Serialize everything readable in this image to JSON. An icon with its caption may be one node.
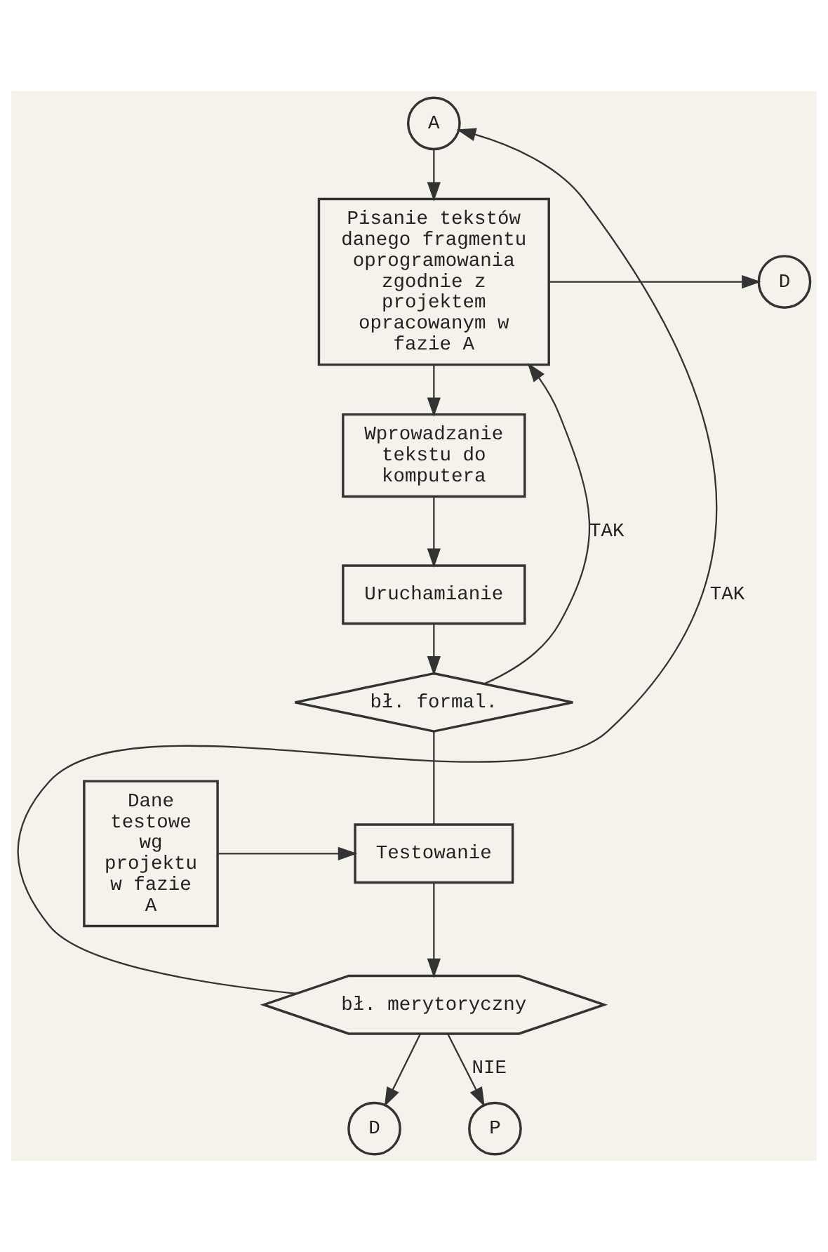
{
  "diagram": {
    "nodes": [
      {
        "text": [
          "A"
        ]
      },
      {
        "text": [
          "D"
        ]
      },
      {
        "text": [
          "Pisanie tekstów danego fragmentu oprogramowania zgodnie z projektem opracowanym w fazie A"
        ]
      },
      {
        "text": [
          "Wprowadzanie tekstu do komputera"
        ]
      },
      {
        "text": [
          "Uruchamianie"
        ]
      },
      {
        "text": [
          "bł. formal."
        ]
      },
      {
        "text": [
          "Dane testowe wg projektu w fazie A"
        ]
      },
      {
        "text": [
          "Testowanie"
        ]
      },
      {
        "text": [
          "bł. merytoryczny"
        ]
      },
      {
        "text": [
          "D"
        ]
      },
      {
        "text": [
          "P"
        ]
      }
    ],
    "edges": [
      {
        "from": 0,
        "to": 2,
        "arrow": "to"
      },
      {
        "from": 2,
        "to": 1,
        "arrow": "to"
      },
      {
        "from": 2,
        "to": 3,
        "arrow": "to"
      },
      {
        "from": 3,
        "to": 4,
        "arrow": "to"
      },
      {
        "from": 4,
        "to": 5,
        "arrow": "to"
      },
      {
        "from": 5,
        "to": 2,
        "arrow": "to",
        "label": "TAK"
      },
      {
        "from": 5,
        "to": 7,
        "arrow": "none"
      },
      {
        "from": 6,
        "to": 7,
        "arrow": "to"
      },
      {
        "from": 7,
        "to": 8,
        "arrow": "to"
      },
      {
        "from": 8,
        "to": 0,
        "arrow": "to",
        "label": "TAK"
      },
      {
        "from": 8,
        "to": 9,
        "arrow": "to"
      },
      {
        "from": 8,
        "to": 10,
        "arrow": "to",
        "label": "NIE"
      }
    ]
  }
}
